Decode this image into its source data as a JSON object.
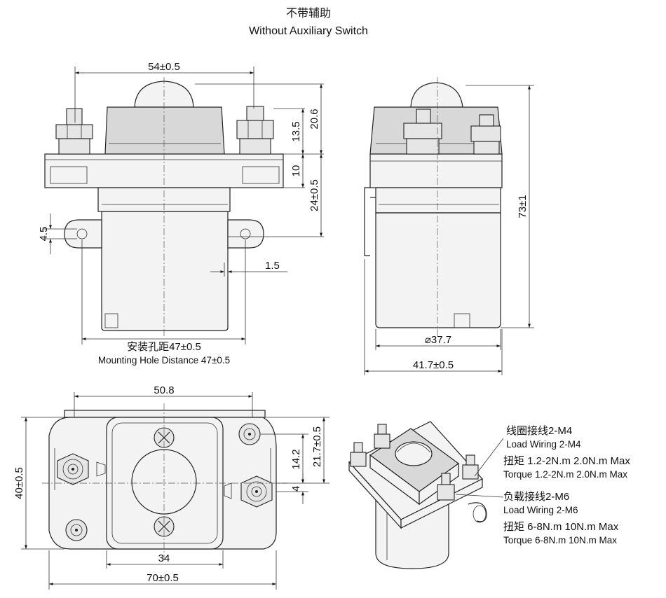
{
  "title": {
    "cn": "不带辅助",
    "en": "Without Auxiliary Switch"
  },
  "front_view": {
    "width": "54±0.5",
    "cap_height": "20.6",
    "nut_height": "13.5",
    "flange": "10",
    "body_top": "24±0.5",
    "hole": "4.5",
    "lip": "1.5",
    "mount_cn": "安装孔距47±0.5",
    "mount_en": "Mounting Hole Distance 47±0.5"
  },
  "side_view": {
    "total_height": "73±1",
    "diameter": "⌀37.7",
    "width": "41.7±0.5"
  },
  "top_view": {
    "inner_width": "50.8",
    "height": "40±0.5",
    "offset_a": "21.7±0.5",
    "offset_b": "14.2",
    "offset_c": "4",
    "inner_span": "34",
    "total_width": "70±0.5"
  },
  "notes": {
    "coil_cn": "线圈接线2-M4",
    "coil_en": "Load Wiring 2-M4",
    "coil_torque_cn": "扭矩 1.2-2N.m  2.0N.m Max",
    "coil_torque_en": "Torque 1.2-2N.m  2.0N.m Max",
    "load_cn": "负载接线2-M6",
    "load_en": "Load Wiring 2-M6",
    "load_torque_cn": "扭矩 6-8N.m  10N.m Max",
    "load_torque_en": "Torque 6-8N.m  10N.m Max"
  }
}
